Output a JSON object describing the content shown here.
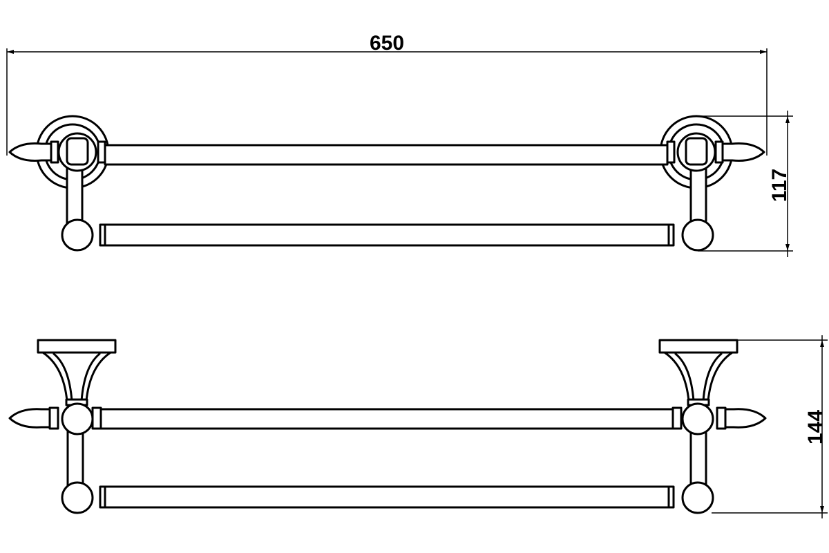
{
  "dimensions": {
    "width": "650",
    "depth_top": "117",
    "height_front": "144"
  }
}
